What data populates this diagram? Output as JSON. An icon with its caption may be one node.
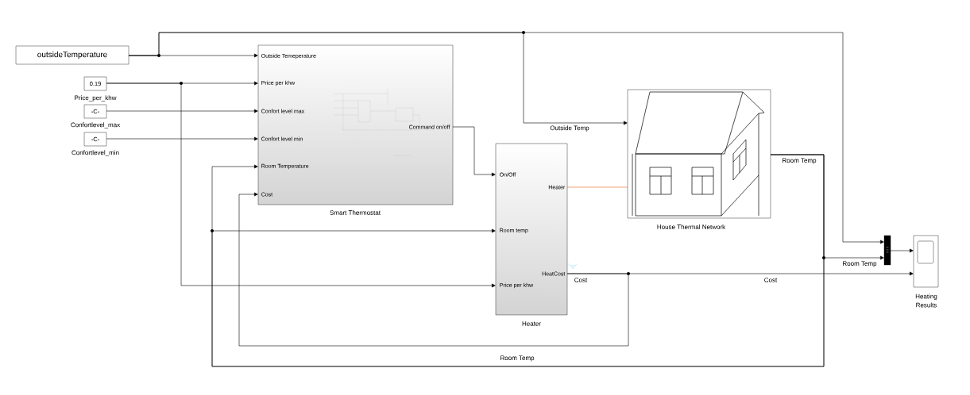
{
  "diagram": {
    "nodes": [
      {
        "text": [
          "outsideTemperature"
        ]
      },
      {
        "text": [
          "0.19"
        ],
        "beside": [
          "Price_per_khw"
        ]
      },
      {
        "text": [
          "-C-"
        ],
        "beside": [
          "Confortlevel_max"
        ]
      },
      {
        "text": [
          "-C-"
        ],
        "beside": [
          "Confortlevel_min"
        ]
      },
      {
        "text": [
          "Outside Temeperature",
          "Price per khw",
          "Confort level max",
          "Confort level min",
          "Room Temperature",
          "Cost",
          "Command on/off"
        ],
        "beside": [
          "Smart Thermostat"
        ]
      },
      {
        "text": [
          "On/Off",
          "Room temp",
          "Price per khw",
          "Heater",
          "HeatCost"
        ],
        "beside": [
          "Heater"
        ]
      },
      {
        "text": [],
        "shape": "picture",
        "beside": [
          "House Thermal Network"
        ]
      },
      {
        "text": [],
        "shape": "bar"
      },
      {
        "text": [],
        "shape": "box",
        "beside": [
          "Heating Results"
        ]
      }
    ],
    "edges": [
      {
        "from": 0,
        "to": 4,
        "arrow": "to"
      },
      {
        "from": 0,
        "to": 6,
        "arrow": "to",
        "label": "Outside Temp"
      },
      {
        "from": 0,
        "to": 7,
        "arrow": "to"
      },
      {
        "from": 1,
        "to": 4,
        "arrow": "to"
      },
      {
        "from": 1,
        "to": 5,
        "arrow": "to"
      },
      {
        "from": 2,
        "to": 4,
        "arrow": "to"
      },
      {
        "from": 3,
        "to": 4,
        "arrow": "to"
      },
      {
        "from": 4,
        "to": 5,
        "arrow": "to"
      },
      {
        "from": 5,
        "to": 6,
        "arrow": "none",
        "color": "#e8641e"
      },
      {
        "from": 6,
        "to": 7,
        "arrow": "to",
        "label": "Room Temp"
      },
      {
        "from": 6,
        "to": 5,
        "arrow": "to",
        "label": "Room Temp"
      },
      {
        "from": 6,
        "to": 4,
        "arrow": "to",
        "label": "Room Temp"
      },
      {
        "from": 5,
        "to": 4,
        "arrow": "to",
        "label": "Cost"
      },
      {
        "from": 5,
        "to": 8,
        "arrow": "to",
        "label": "Cost"
      },
      {
        "from": 7,
        "to": 8,
        "arrow": "to"
      }
    ]
  }
}
